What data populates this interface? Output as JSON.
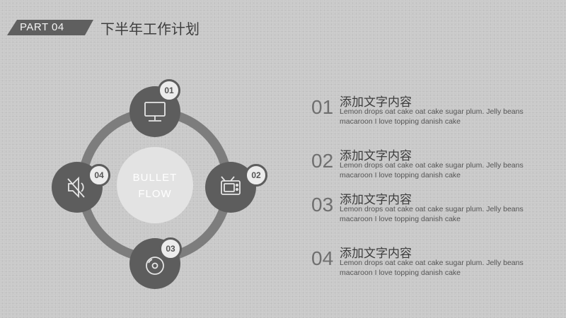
{
  "header": {
    "part_label": "PART 04",
    "title": "下半年工作计划"
  },
  "diagram": {
    "center_lines": [
      "BULLET",
      "FLOW"
    ],
    "nodes": [
      {
        "number": "01",
        "icon": "monitor-icon"
      },
      {
        "number": "02",
        "icon": "tv-icon"
      },
      {
        "number": "03",
        "icon": "disc-icon"
      },
      {
        "number": "04",
        "icon": "speaker-icon"
      }
    ]
  },
  "items": [
    {
      "number": "01",
      "heading": "添加文字内容",
      "desc": "Lemon drops oat cake oat cake sugar plum. Jelly beans macaroon I love topping danish cake"
    },
    {
      "number": "02",
      "heading": "添加文字内容",
      "desc": "Lemon drops oat cake oat cake sugar plum. Jelly beans macaroon I love topping danish cake"
    },
    {
      "number": "03",
      "heading": "添加文字内容",
      "desc": "Lemon drops oat cake oat cake sugar plum. Jelly beans macaroon I love topping danish cake"
    },
    {
      "number": "04",
      "heading": "添加文字内容",
      "desc": "Lemon drops oat cake oat cake sugar plum. Jelly beans macaroon I love topping danish cake"
    }
  ],
  "colors": {
    "background": "#c9c9c9",
    "ring": "#7d7d7d",
    "node": "#5d5d5d",
    "center": "#e3e3e3"
  }
}
